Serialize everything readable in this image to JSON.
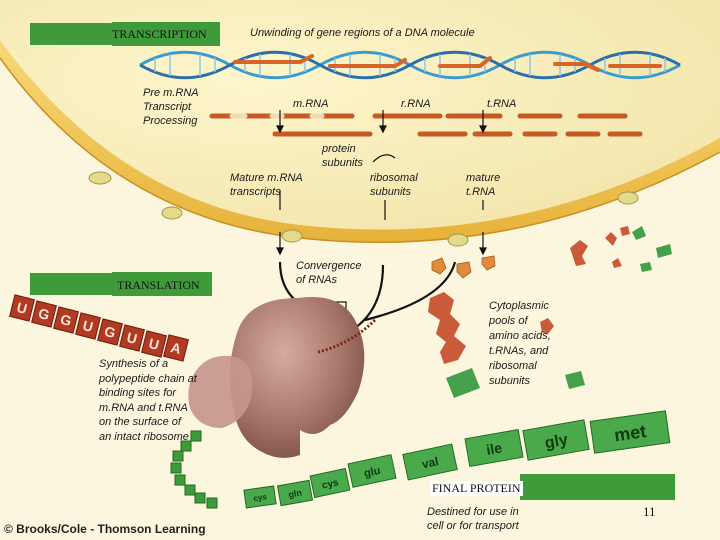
{
  "headings": {
    "transcription": "TRANSCRIPTION",
    "translation": "TRANSLATION",
    "final_protein": "FINAL PROTEIN"
  },
  "labels": {
    "unwinding": "Unwinding of gene regions of a DNA molecule",
    "pre_mrna": [
      "Pre m.RNA",
      "Transcript",
      "Processing"
    ],
    "mrna": "m.RNA",
    "rrna": "r.RNA",
    "trna": "t.RNA",
    "protein_subunits": [
      "protein",
      "subunits"
    ],
    "mature_mrna": [
      "Mature m.RNA",
      "transcripts"
    ],
    "ribosomal_subunits": [
      "ribosomal",
      "subunits"
    ],
    "mature_trna": [
      "mature",
      "t.RNA"
    ],
    "convergence": [
      "Convergence",
      "of RNAs"
    ],
    "cytoplasmic": [
      "Cytoplasmic",
      "pools of",
      "amino acids,",
      "t.RNAs, and",
      "ribosomal",
      "subunits"
    ],
    "synthesis": [
      "Synthesis of a",
      "polypeptide chain at",
      "binding sites for",
      "m.RNA and t.RNA",
      "on the surface of",
      "an intact ribosome"
    ],
    "destined": [
      "Destined for use in",
      "cell or for transport"
    ]
  },
  "mrna_bases": [
    "U",
    "G",
    "G",
    "U",
    "G",
    "U",
    "U",
    "A"
  ],
  "amino_acids": [
    "met",
    "gly",
    "ile",
    "val",
    "glu",
    "cys",
    "gln",
    "cys"
  ],
  "credit": "© Brooks/Cole - Thomson Learning",
  "page_number": "11",
  "colors": {
    "accent_green": "#3f9a3a",
    "dna_blue": "#3a9bd0",
    "rna_orange": "#d9642a",
    "nucleus_cream": "#f7ebb8",
    "ribosome": "#b07f73"
  }
}
